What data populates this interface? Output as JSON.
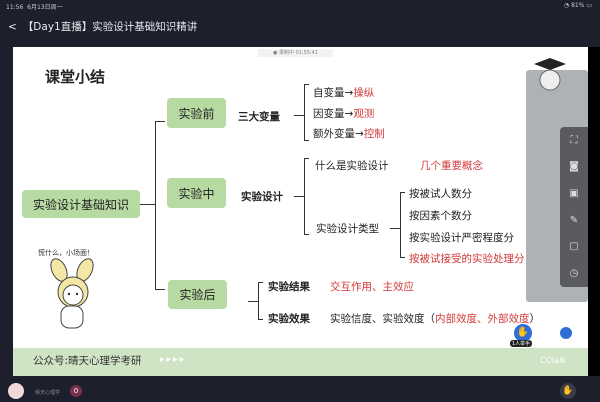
{
  "status_bar": {
    "time": "11:56",
    "date": "6月13日周一",
    "battery": "81%"
  },
  "header": {
    "back_icon": "chevron-left-icon",
    "title": "【Day1直播】实验设计基础知识精讲"
  },
  "recording": {
    "label": "● 录制中 01:55:41"
  },
  "slide": {
    "heading": "课堂小结",
    "root": "实验设计基础知识",
    "mascot_caption": "慌什么，小场面！",
    "branches": [
      {
        "label": "实验前",
        "topic": "三大变量",
        "items": [
          {
            "text": "自变量→",
            "highlight": "操纵"
          },
          {
            "text": "因变量→",
            "highlight": "观测"
          },
          {
            "text": "额外变量→",
            "highlight": "控制"
          }
        ]
      },
      {
        "label": "实验中",
        "topic": "实验设计",
        "what": "什么是实验设计",
        "what_note": "几个重要概念",
        "types_label": "实验设计类型",
        "types": [
          "按被试人数分",
          "按因素个数分",
          "按实验设计严密程度分",
          "按被试接受的实验处理分"
        ]
      },
      {
        "label": "实验后",
        "results_label": "实验结果",
        "results": "交互作用、主效应",
        "effect_label": "实验效果",
        "effect_text": "实验信度、实验效度（",
        "effect_red": "内部效度、外部效度",
        "effect_close": "）"
      }
    ],
    "footer": "公众号:晴天心理学考研",
    "footer_arrows": "▶ ▶ ▶ ▶",
    "logo": "CCtalk"
  },
  "controls": {
    "hand_badge": "1人举手"
  },
  "bottom_bar": {
    "name": "晴天心理学",
    "count": "0"
  },
  "colors": {
    "green_box": "#b7d9a2",
    "red": "#d23a3a",
    "footer": "#cfe3c5"
  }
}
